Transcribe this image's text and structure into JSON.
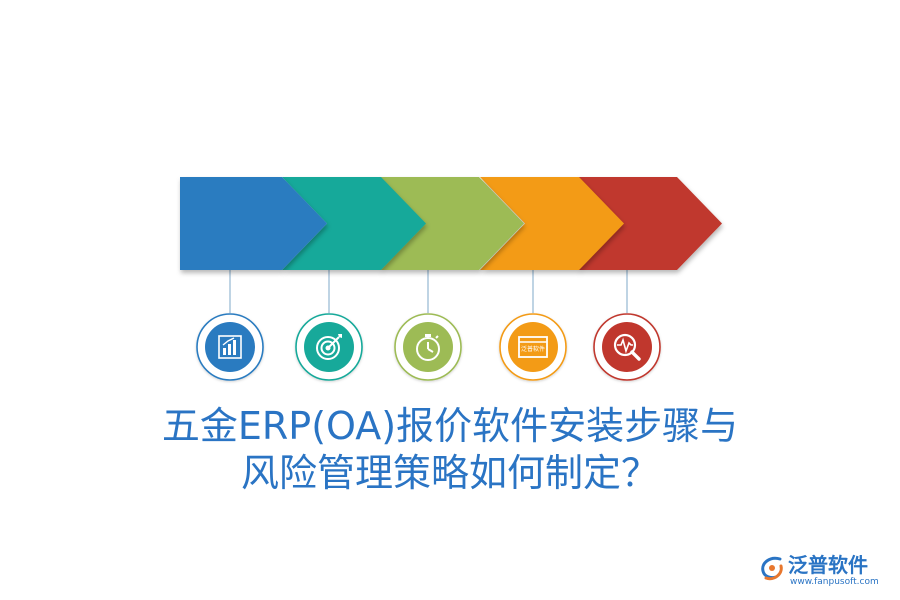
{
  "title": {
    "line1": "五金ERP(OA)报价软件安装步骤与",
    "line2": "风险管理策略如何制定？"
  },
  "steps": [
    {
      "color": "#2a7bc0",
      "icon": "bar-chart-icon"
    },
    {
      "color": "#17a99a",
      "icon": "target-icon"
    },
    {
      "color": "#9dbb55",
      "icon": "stopwatch-icon"
    },
    {
      "color": "#f39b16",
      "icon": "browser-window-icon",
      "icon_text": "泛普软件"
    },
    {
      "color": "#c0372d",
      "icon": "magnifier-pulse-icon"
    }
  ],
  "logo": {
    "name": "泛普软件",
    "url": "www.fanpusoft.com",
    "color": "#2a74c4",
    "accent": "#e8772e"
  }
}
